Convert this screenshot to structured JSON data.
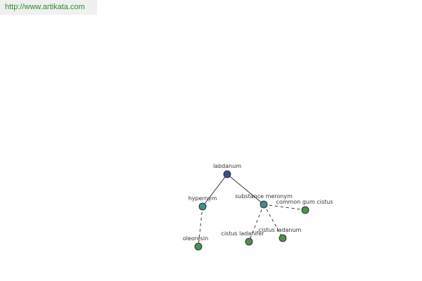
{
  "source": {
    "url": "http://www.artikata.com",
    "color": "#2a8a2a"
  },
  "colors": {
    "root": "#3b4f8f",
    "relation": "#3f8f8c",
    "leaf": "#4f8f4f",
    "edge": "#222222"
  },
  "graph": {
    "nodes": [
      {
        "id": "labdanum",
        "label": "labdanum",
        "kind": "root"
      },
      {
        "id": "hypernym",
        "label": "hypernym",
        "kind": "relation"
      },
      {
        "id": "substance_meronym",
        "label": "substance meronym",
        "kind": "relation"
      },
      {
        "id": "oleoresin",
        "label": "oleoresin",
        "kind": "leaf"
      },
      {
        "id": "cistus_ladanifer",
        "label": "cistus ladanifer",
        "kind": "leaf"
      },
      {
        "id": "cistus_ladanum",
        "label": "cistus ladanum",
        "kind": "leaf"
      },
      {
        "id": "common_gum_cistus",
        "label": "common gum cistus",
        "kind": "leaf"
      }
    ],
    "edges": [
      {
        "from": "labdanum",
        "to": "hypernym",
        "style": "solid"
      },
      {
        "from": "labdanum",
        "to": "substance_meronym",
        "style": "solid"
      },
      {
        "from": "hypernym",
        "to": "oleoresin",
        "style": "dashed"
      },
      {
        "from": "substance_meronym",
        "to": "cistus_ladanifer",
        "style": "dashed"
      },
      {
        "from": "substance_meronym",
        "to": "cistus_ladanum",
        "style": "dashed"
      },
      {
        "from": "substance_meronym",
        "to": "common_gum_cistus",
        "style": "dashed"
      }
    ]
  }
}
